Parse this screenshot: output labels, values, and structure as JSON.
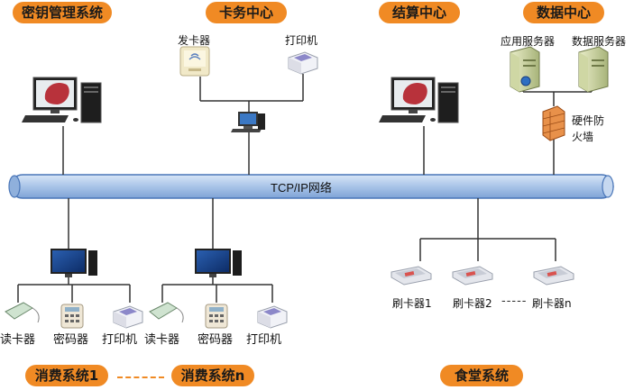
{
  "top_pills": {
    "key_mgmt": "密钥管理系统",
    "card_center": "卡务中心",
    "settlement_center": "结算中心",
    "data_center": "数据中心"
  },
  "card_center": {
    "issuer": "发卡器",
    "printer": "打印机"
  },
  "data_center": {
    "app_server": "应用服务器",
    "db_server": "数据服务器",
    "firewall": "硬件防火墙"
  },
  "network": {
    "label": "TCP/IP网络"
  },
  "consumer_systems": [
    {
      "reader": "读卡器",
      "keypad": "密码器",
      "printer": "打印机"
    },
    {
      "reader": "读卡器",
      "keypad": "密码器",
      "printer": "打印机"
    }
  ],
  "canteen": {
    "readers": [
      "刷卡器1",
      "刷卡器2",
      "刷卡器n"
    ],
    "ellipsis": "-----"
  },
  "bottom_pills": {
    "consume_1": "消费系统1",
    "consume_n": "消费系统n",
    "canteen": "食堂系统"
  },
  "colors": {
    "accent": "#f08a24",
    "network_pipe": "#a9c4e8",
    "network_edge": "#4a76b8"
  }
}
